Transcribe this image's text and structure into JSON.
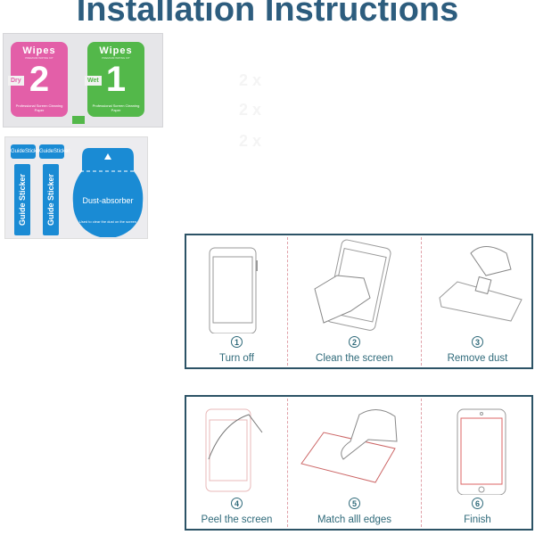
{
  "title": "Installation Instructions",
  "kit": {
    "wipe_dry": {
      "brand": "Wipes",
      "subtitle": "PREMIUM WIPING KIT",
      "number": "2",
      "tag": "Dry",
      "footer": "Professional Screen Cleaning Paper",
      "color": "#e35fa8"
    },
    "wipe_wet": {
      "brand": "Wipes",
      "subtitle": "PREMIUM WIPING KIT",
      "number": "1",
      "tag": "Wet",
      "footer": "Professional Screen Cleaning Paper",
      "color": "#53b84a"
    },
    "guide_sticker_label": "Guide Sticker",
    "guide_sticker_small": "GuideSticker",
    "dust_absorber": "Dust-absorber",
    "dust_caption": "Used to clear the dust on the screen"
  },
  "faint_counts": [
    "2 x",
    "2 x",
    "2 x"
  ],
  "steps": [
    {
      "number": "1",
      "label": "Turn off"
    },
    {
      "number": "2",
      "label": "Clean the screen"
    },
    {
      "number": "3",
      "label": "Remove dust"
    },
    {
      "number": "4",
      "label": "Peel the screen"
    },
    {
      "number": "5",
      "label": "Match alll edges"
    },
    {
      "number": "6",
      "label": "Finish"
    }
  ],
  "colors": {
    "title": "#2d5d7e",
    "panel_border": "#2c5366",
    "sticker_blue": "#1a8bd4",
    "step_text": "#2f6a7a"
  }
}
